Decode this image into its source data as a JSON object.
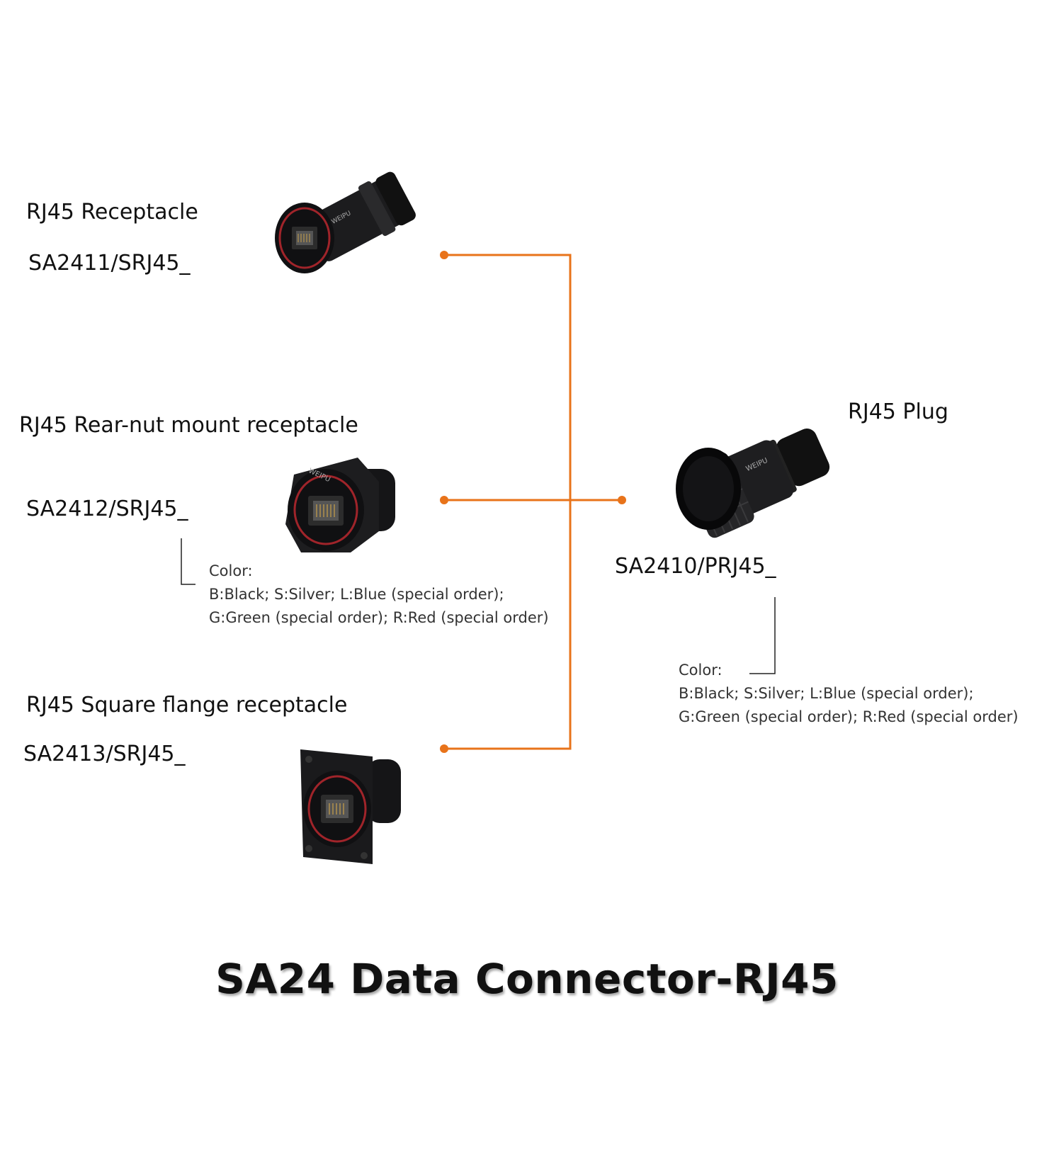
{
  "title": "SA24 Data Connector-RJ45",
  "accent_color": "#e8731a",
  "products": {
    "receptacle": {
      "name": "RJ45 Receptacle",
      "code": "SA2411/SRJ45_"
    },
    "rear_nut": {
      "name": "RJ45 Rear-nut mount receptacle",
      "code": "SA2412/SRJ45_"
    },
    "square_flange": {
      "name": "RJ45 Square flange receptacle",
      "code": "SA2413/SRJ45_"
    },
    "plug": {
      "name": "RJ45 Plug",
      "code": "SA2410/PRJ45_"
    }
  },
  "color_note_left": {
    "heading": "Color:",
    "line1": "B:Black; S:Silver; L:Blue (special order);",
    "line2": "G:Green (special order); R:Red (special order)"
  },
  "color_note_right": {
    "heading": "Color:",
    "line1": "B:Black; S:Silver; L:Blue (special order);",
    "line2": "G:Green (special order); R:Red (special order)"
  },
  "icons": [
    "rj45-receptacle-icon",
    "rj45-rear-nut-receptacle-icon",
    "rj45-square-flange-receptacle-icon",
    "rj45-plug-icon"
  ]
}
